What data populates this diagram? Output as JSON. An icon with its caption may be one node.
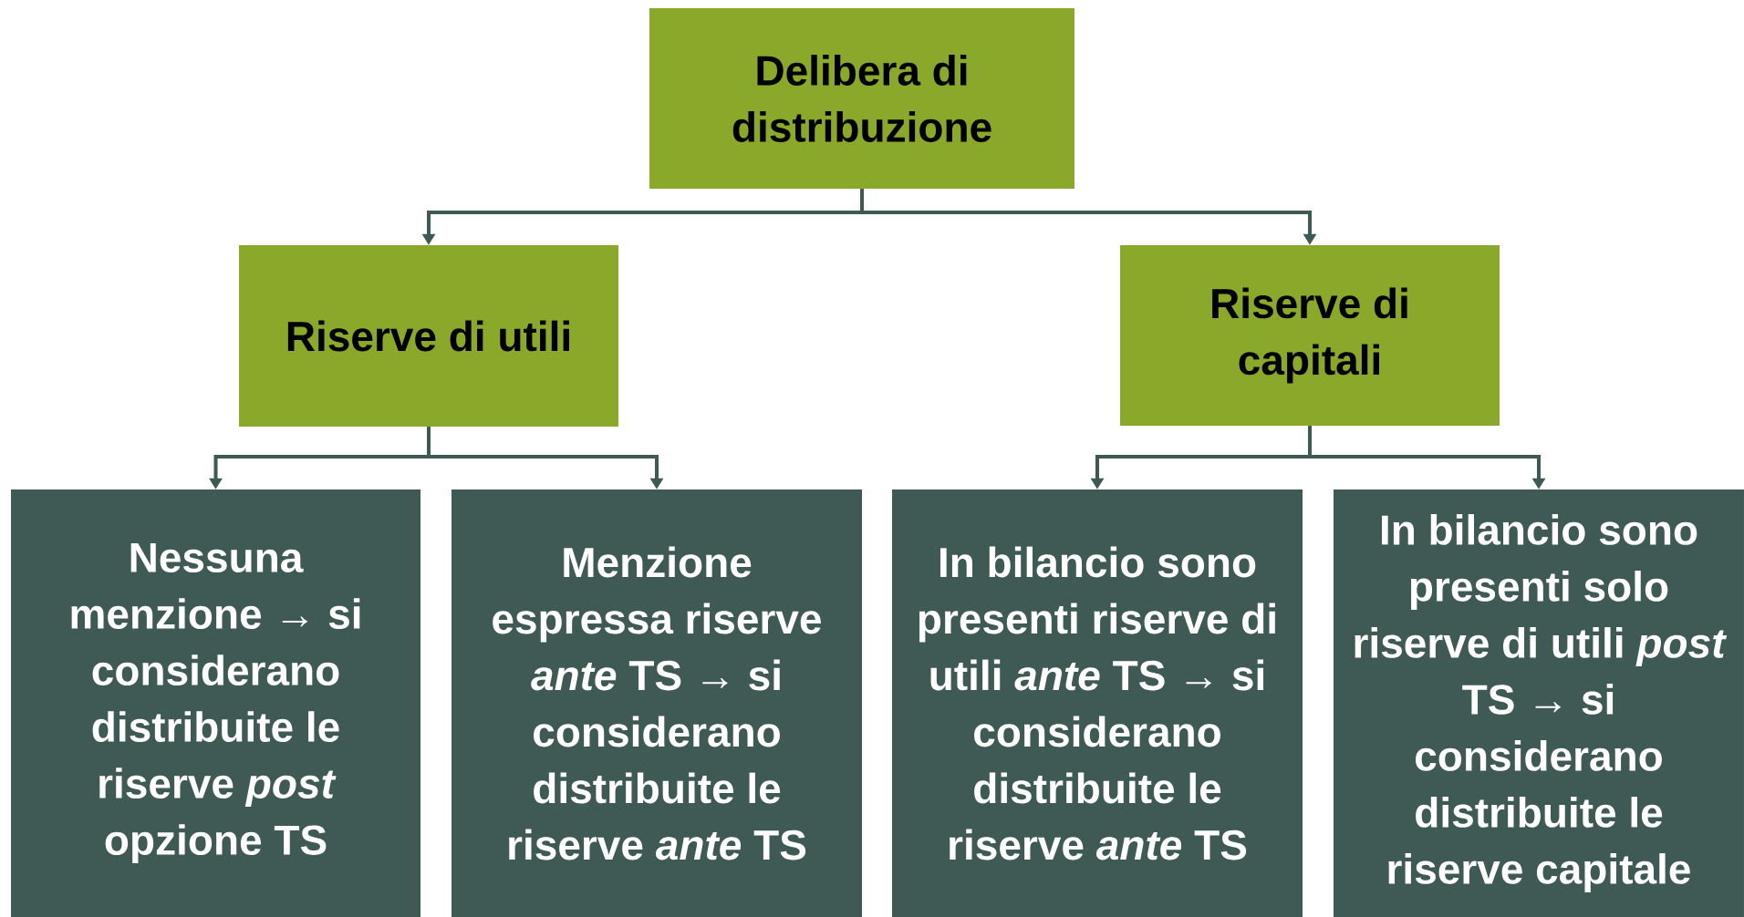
{
  "diagram": {
    "nodes": [
      {
        "text": [
          "Delibera di distribuzione"
        ]
      },
      {
        "text": [
          "Riserve di utili"
        ]
      },
      {
        "text": [
          "Riserve di capitali"
        ]
      },
      {
        "text": [
          "Nessuna menzione → si considerano distribuite le riserve *post* opzione TS"
        ]
      },
      {
        "text": [
          "Menzione espressa riserve *ante* TS → si considerano distribuite le riserve *ante* TS"
        ]
      },
      {
        "text": [
          "In bilancio sono presenti riserve di utili *ante* TS → si considerano distribuite le riserve *ante* TS"
        ]
      },
      {
        "text": [
          "In bilancio sono presenti solo riserve di utili *post* TS → si considerano distribuite le riserve capitale"
        ]
      }
    ],
    "edges": [
      {
        "from": 0,
        "to": 1,
        "arrow": "to"
      },
      {
        "from": 0,
        "to": 2,
        "arrow": "to"
      },
      {
        "from": 1,
        "to": 3,
        "arrow": "to"
      },
      {
        "from": 1,
        "to": 4,
        "arrow": "to"
      },
      {
        "from": 2,
        "to": 5,
        "arrow": "to"
      },
      {
        "from": 2,
        "to": 6,
        "arrow": "to"
      }
    ]
  }
}
